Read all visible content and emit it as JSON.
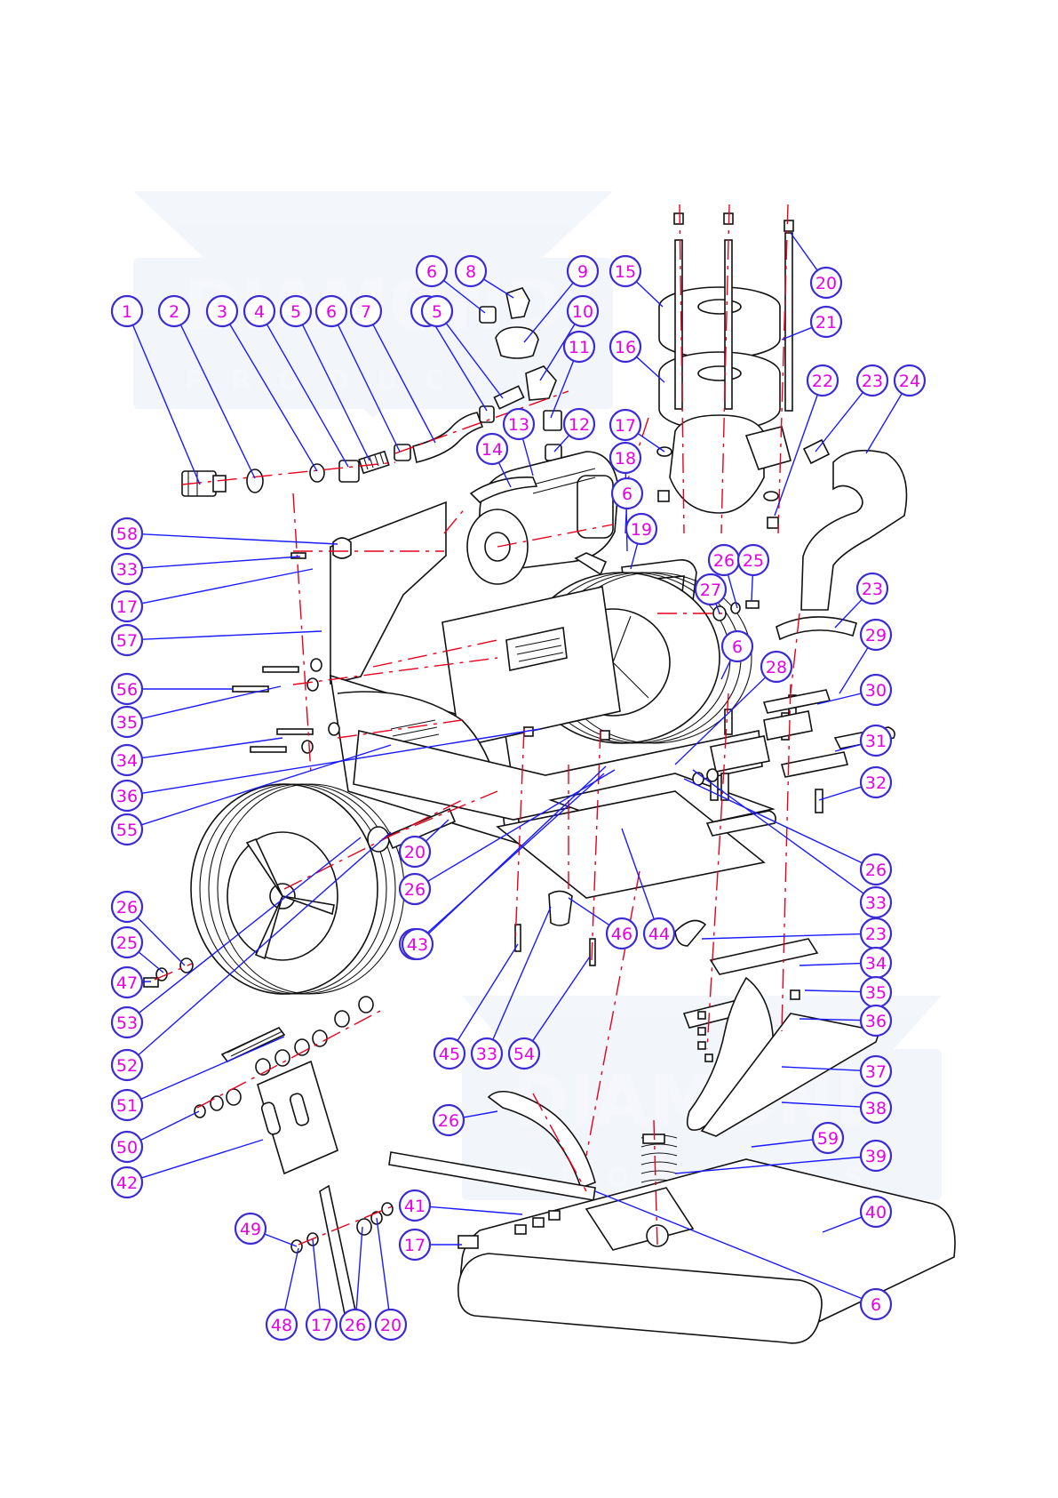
{
  "watermark": {
    "top_word": "DIAMOND",
    "top_sub": "PRODUCTS",
    "bottom_word": "DIAMOND",
    "bottom_sub": "PRODUCTS"
  },
  "colors": {
    "bubble_stroke": "#3a2bd6",
    "bubble_text": "#e600e6",
    "leader": "#1a1aff",
    "center_line": "#e8001c",
    "line_art": "#111111"
  },
  "callouts": [
    {
      "n": "1"
    },
    {
      "n": "2"
    },
    {
      "n": "3"
    },
    {
      "n": "4"
    },
    {
      "n": "5"
    },
    {
      "n": "6"
    },
    {
      "n": "7"
    },
    {
      "n": "6"
    },
    {
      "n": "5"
    },
    {
      "n": "6"
    },
    {
      "n": "8"
    },
    {
      "n": "9"
    },
    {
      "n": "10"
    },
    {
      "n": "11"
    },
    {
      "n": "12"
    },
    {
      "n": "13"
    },
    {
      "n": "14"
    },
    {
      "n": "15"
    },
    {
      "n": "16"
    },
    {
      "n": "17"
    },
    {
      "n": "18"
    },
    {
      "n": "6"
    },
    {
      "n": "19"
    },
    {
      "n": "20"
    },
    {
      "n": "21"
    },
    {
      "n": "22"
    },
    {
      "n": "23"
    },
    {
      "n": "24"
    },
    {
      "n": "23"
    },
    {
      "n": "26"
    },
    {
      "n": "25"
    },
    {
      "n": "27"
    },
    {
      "n": "6"
    },
    {
      "n": "29"
    },
    {
      "n": "28"
    },
    {
      "n": "30"
    },
    {
      "n": "31"
    },
    {
      "n": "32"
    },
    {
      "n": "26"
    },
    {
      "n": "33"
    },
    {
      "n": "23"
    },
    {
      "n": "34"
    },
    {
      "n": "35"
    },
    {
      "n": "36"
    },
    {
      "n": "37"
    },
    {
      "n": "38"
    },
    {
      "n": "59"
    },
    {
      "n": "39"
    },
    {
      "n": "40"
    },
    {
      "n": "6"
    },
    {
      "n": "58"
    },
    {
      "n": "33"
    },
    {
      "n": "17"
    },
    {
      "n": "57"
    },
    {
      "n": "56"
    },
    {
      "n": "35"
    },
    {
      "n": "34"
    },
    {
      "n": "36"
    },
    {
      "n": "55"
    },
    {
      "n": "20"
    },
    {
      "n": "26"
    },
    {
      "n": "27"
    },
    {
      "n": "26"
    },
    {
      "n": "25"
    },
    {
      "n": "47"
    },
    {
      "n": "43"
    },
    {
      "n": "44"
    },
    {
      "n": "46"
    },
    {
      "n": "45"
    },
    {
      "n": "33"
    },
    {
      "n": "54"
    },
    {
      "n": "53"
    },
    {
      "n": "52"
    },
    {
      "n": "51"
    },
    {
      "n": "50"
    },
    {
      "n": "42"
    },
    {
      "n": "26"
    },
    {
      "n": "41"
    },
    {
      "n": "17"
    },
    {
      "n": "49"
    },
    {
      "n": "48"
    },
    {
      "n": "17"
    },
    {
      "n": "26"
    },
    {
      "n": "20"
    }
  ]
}
